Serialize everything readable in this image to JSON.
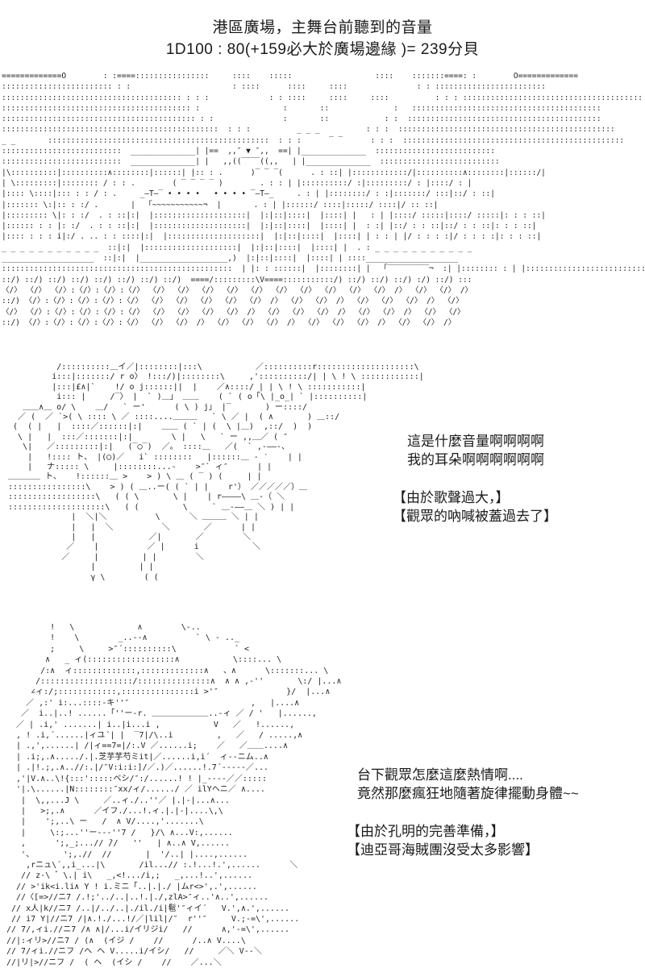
{
  "colors": {
    "background": "#ffffff",
    "text": "#1a1a1a"
  },
  "header": {
    "line1": "港區廣場，主舞台前聽到的音量",
    "line2": "1D100 : 80(+159必大於廣場邊緣 )= 239分貝"
  },
  "stage_art": {
    "name": "harbor-plaza-main-stage-ascii-art",
    "lines": [
      "=============O        : :====::::::::::::::::     ::::    :::::                  ::::    :::::::====: :        O=============",
      ":::::::::::::::::::::::: : :                      : ::::      ::::     ::::               : : ::::::::::::::::::::::::",
      "::::::::::::::::::::::::::::::::::::::: : : :             : : ::::     ::::     ::::          : : : :::::::::::::::::::::::::::::::::::::::",
      "::::::::::::::::::::::::::::::::::::::::: :                  :       ::              :   :::::::::::::::::::::::::::::::::::::::::",
      ":::::::::::::::::::::::::::::::::::::::::: : :               :       ::            : :  ::::::::::::::::::::::::::::::::::::::::::",
      ":::::::::::::::::::::::::::::::::::::::::::::::  : : :          _ _ _          : : :  :::::::::::::::::::::::::::::::::::::::::::::::       _ _",
      "_ _       ::::::::::::::::::::::::::::::::::::::::::::::::  : : :      ‾ ‾      : : :  ::::::::::::::::::::::::::::::::::::::::::::::::",
      "::::::::::::::::::::::::::  ______________| |==  ,,″ ▼ ″,,  ==| |______________  ::::::::::::::::::::::::::",
      "::::::::::::::::::::::::::  ______________| |   ,,((‾‾‾‾((,,   | |______________  ::::::::::::::::::::::::::",
      "|\\::::::::::|::::::::::∧::::::::|::::::| |:: : .      )‾ ‾ ‾(      . : ::| |::::::::::::/|::::::::::∧::::::::|::::::/|",
      "| \\:::::::::|:::::::: / : : .        ( ‾ ‾ ‾ ‾ )        . : : | |::::::::::/ :|:::::::::/ : |::::/ : |",
      "|:::: \\::::|::: : : / : .     _—T—‾ • • • •   • • • • ‾—T—_     . : | |::::::::/ : :|:::::::/ :::|::/ : ::|",
      "|::::::: \\:|:: : :/ .       |  「~~~~~~~~~~~¬  |       . : | |::::::/ ::::|:::::/ ::::|/ :: ::|",
      "|::::::::: \\|: : :/  . : ::|:|  |::::::::::::::::::::|  |:|::|::::|  |::::| |   : | |::::/ :::::|::::/ :::::|: : : ::|",
      "|:::::: : : |: :/  . : : ::|:|  |::::::::::::::::::::|  |:|::|::::|  |::::| |  : :| |::/ : : ::|::/ : : ::|: : : ::|",
      "|:::: : : : i|:/ . .. : : ::::|:|  |::::::::::::::::::::|  |:|::|::::|  |::::| | : : | |/ : : : :|/ : : : :|: : : ::|",
      "_ _ _ _ _ _ _ _ _ _ _  ::|:|  |::::::::::::::::::::|  |:|::|::::|  |::::| |  . : _ _ _ _ _ _ _ _ _ _ _",
      "____________________  ::|:|  |___________________,)  |:|::|::::|  |::::| | ::::____________________",
      "::::::::::::::::::::::::::::::::::::::::::::::::::  | |: : ::::::|  |::::::::| |  「‾‾‾‾‾‾‾‾‾¬  :| |:::::::: : | |::::::::::::::::::::::::::::::::::::::::::",
      "::/) ::/) ::/) ::/) ::/) ::/) ::/) ::/)  ====/:::::::::\\V====:::::::::::/) ::/) ::/) ::/) :/) ::/) :::",
      "〈/〉 〈/〉 〈/〉:〈/〉:〈/〉:〈/〉 〈/〉 〈/〉 〈/〉 〈/〉 〈/〉 〈/〉 〈/〉 〈/〉 〈/〉 〈/〉 /〉 〈/〉 〈/〉 /〉",
      "::/) 〈/〉:〈/〉:〈/〉:〈/〉:〈/〉 〈/〉 〈/〉 〈/〉 〈/〉 〈/〉 /〉 〈/〉 〈/〉 /〉 〈/〉 〈/〉 〈/〉 /〉 〈/〉",
      "〈/〉 〈/〉:〈/〉:〈/〉:〈/〉:〈/〉 〈/〉 〈/〉 〈/〉 〈/〉 /〉 〈/〉 〈/〉 〈/〉 /〉 〈/〉 〈/〉 /〉 〈/〉 〈/〉",
      "::/) 〈/〉:〈/〉:〈/〉:〈/〉:〈/〉 〈/〉 〈/〉 /〉 〈/〉 〈/〉 〈/〉 /〉 〈/〉 〈/〉 〈/〉 /〉 〈/〉 〈/〉 /〉"
    ]
  },
  "panel1": {
    "art_name": "shocked-characters-ascii-art",
    "art_lines": [
      "           /::::::::::＿イ／|::::::::|:::\\           ／::::::::::r::::::::::::::::::::\\",
      "          i:::|:::::::/ r o〉 !:::/)|::::::::\\     ,'::::::::::/| | \\ ! \\ ::::::::::::|",
      "          |:::|£∧|`    !/ o j::::::||  |    ／∧::::/ | | \\ ! \\ :::::::::::|",
      "           i::: |     /‾〉 |  ` )＿」 ＿＿    ( ` ( o「\\ |_o_| ` |::::::::::|",
      "    ＿＿∧＿ o/ \\    ＿/   ` ー'      ( \\ ) j」 |‾       ) ー::::/",
      "   ／ (  ／ `>( \\ :::: \\ ／ ::::....＿＿＿   ` \\ ／ |  ( ∧       ) ＿::/",
      "  (  ( |   |  ::::／::::::|:|    ＿＿ ( ` | (  \\ |＿)  ,::/  )  )",
      "   \\ |   |  :::／:::::::|:|        \\ |   \\   ` ー ,,＿／ ( ″",
      "    \\|   ／:::::::::|:|   (‾◯‾)  ／。 ::::＿   ／(  ` ,-――-、",
      "     |   !:::: ト、 |(◯)／   i` ::::::::   |::::::＿ - ′    | |",
      "     |   ナ::::: \\     |::::::::...-    >″` ィ″      | |",
      " ＿＿＿＿ ト、   !::::::＿ >    > ) \\ ＿ ( ‾ ) (     | |",
      " ::::::::::::::::\\    > ) ( ＿..ー( ( ` | |    r'） ／／／／／）＿",
      " ::::::::::::::::::\\   ( ( \\       \\ |    | r――――\\ ＿‐（ ＼",
      " ::::::::::::::::::::\\   ( (         \\     ` ＿-――＿ ＼ ) | |",
      "              |  ＼|＼          \\      ＼ ＿＿＿ ＼ | |",
      "              |   |  ＼          ＼       ／      | |",
      "              |   |           ／|       ／        ＼",
      "             ／    |          ／ |      i           ＼",
      "            ／     |         | |        ＼",
      "                  |         | |",
      "                  γ \\        ( ("
    ],
    "speech": [
      "這是什麼音量啊啊啊啊",
      "我的耳朵啊啊啊啊啊啊"
    ],
    "narration": [
      "【由於歌聲過大，】",
      "【觀眾的吶喊被蓋過去了】"
    ]
  },
  "panel2": {
    "art_name": "dancing-character-ascii-art",
    "art_lines": [
      "         !   \\             ∧        \\‐..",
      "         !    \\        _..--∧          ` \\ - .._",
      "         ;     \\     >″´::::::::::\\            ` <",
      "        ∧   _ ィ(::::::::::::::::::∧           \\::::... \\",
      "       /:∧  ィ:::::::::::::,:::::::::::::∧   、∧      \\:::::::... \\",
      "      /:::::::::::::::::::/:::::::::::::::∧  ∧ ∧ ,-''       \\:/ |...∧",
      "     ∠ィ:/;::::::::::::,:::::::::::::::i >'″              }/  |...∧",
      "    ／ ,:' i:...::::-キ''″                         ,   |....∧",
      "   ／  i..|..! ......「''ー-r. ＿＿＿＿＿＿＿..-ィ ／ / '   |......,",
      "  ／ | .i,' .......| i..|i...i ,           V   ／   !......,",
      "  , ! .i,´......|ィユ´| |  ‾7|/\\..i         ,   ／   / .....,∧",
      "  | .,',......| /|ィ==7=|/:.V ／......i;    ／   ／＿＿....∧",
      "  | .i;,.∧...../.|.芝芋芋芍ミit|／......i,i´  ィ‐-ニム..∧",
      "  | .|!.;,.∧..//:.|/″V:i:i:]/／.)／......!.7´-‐‐‐-／...",
      "  ,'|V.∧..\\!{:::':::::ベシ/″:/......! ! |_-‐‐-／／:::::",
      "  '|.\\......|N::::::::″xx/ィ/....../ ／ ilYヘニ／ ∧....",
      "   |  \\,,...J \\     ／..ィ./..''／ |.|-|...∧...",
      "   |   >;,.∧      ／イフ./...!.ィ.|.|-|....\\,\\",
      "   |    ';,..\\ ー   /  ∧ V/....,'.......\\",
      "   |     \\:;...''ー--‐''7 /   }/\\ ∧...V:,......",
      "   ,      ';,_;...// ̄//   ''   | ∧..∧ V,......",
      "   '、      ';,.//  //       |  '/..| |....,......",
      "    ,rニュ\\´,,i_...|\\       /il...// :.!...!.',......      ＼",
      "   // z-\\ ゛\\.| i\\   _,<!.../i,;   _,...!..',......",
      "  // >'ik<i.li∧ Y ! i.ミニ「..|.|./ |ムr<>',.',......",
      "  //〈[=>//ニ7 /.!;'../..|..!.|./,zlA>″ィ..'∧..',......",
      " // x人|k//ニ7 /..|/../..|./il./i|髱'″ィイ´   V.',∧.',......",
      " // i7 Y|//ニ7 /|∧.!./...!/／|lil|/″  r''″     V.;-=\\',......",
      "// 7/,ィi.//ニ7 /∧ ∧|/...i/イリジi/   //      ∧,'-=\\',......",
      "//|:ィリ>//ニ7 / (∧  (イジ /    //      /..∧ V....\\",
      "// 7/ィi.//ニフ /ヘ ヘ V.....i/イシ/   //     ／＼ V--＼",
      "//|リ|>//ニフ /  ( ヘ  (イシ /    //    ／...＼"
    ],
    "speech": [
      "台下觀眾怎麼這麼熱情啊....",
      "竟然那麼瘋狂地隨著旋律擺動身體~~"
    ],
    "narration": [
      "【由於孔明的完善準備，】",
      "【迪亞哥海賊團沒受太多影響】"
    ]
  }
}
